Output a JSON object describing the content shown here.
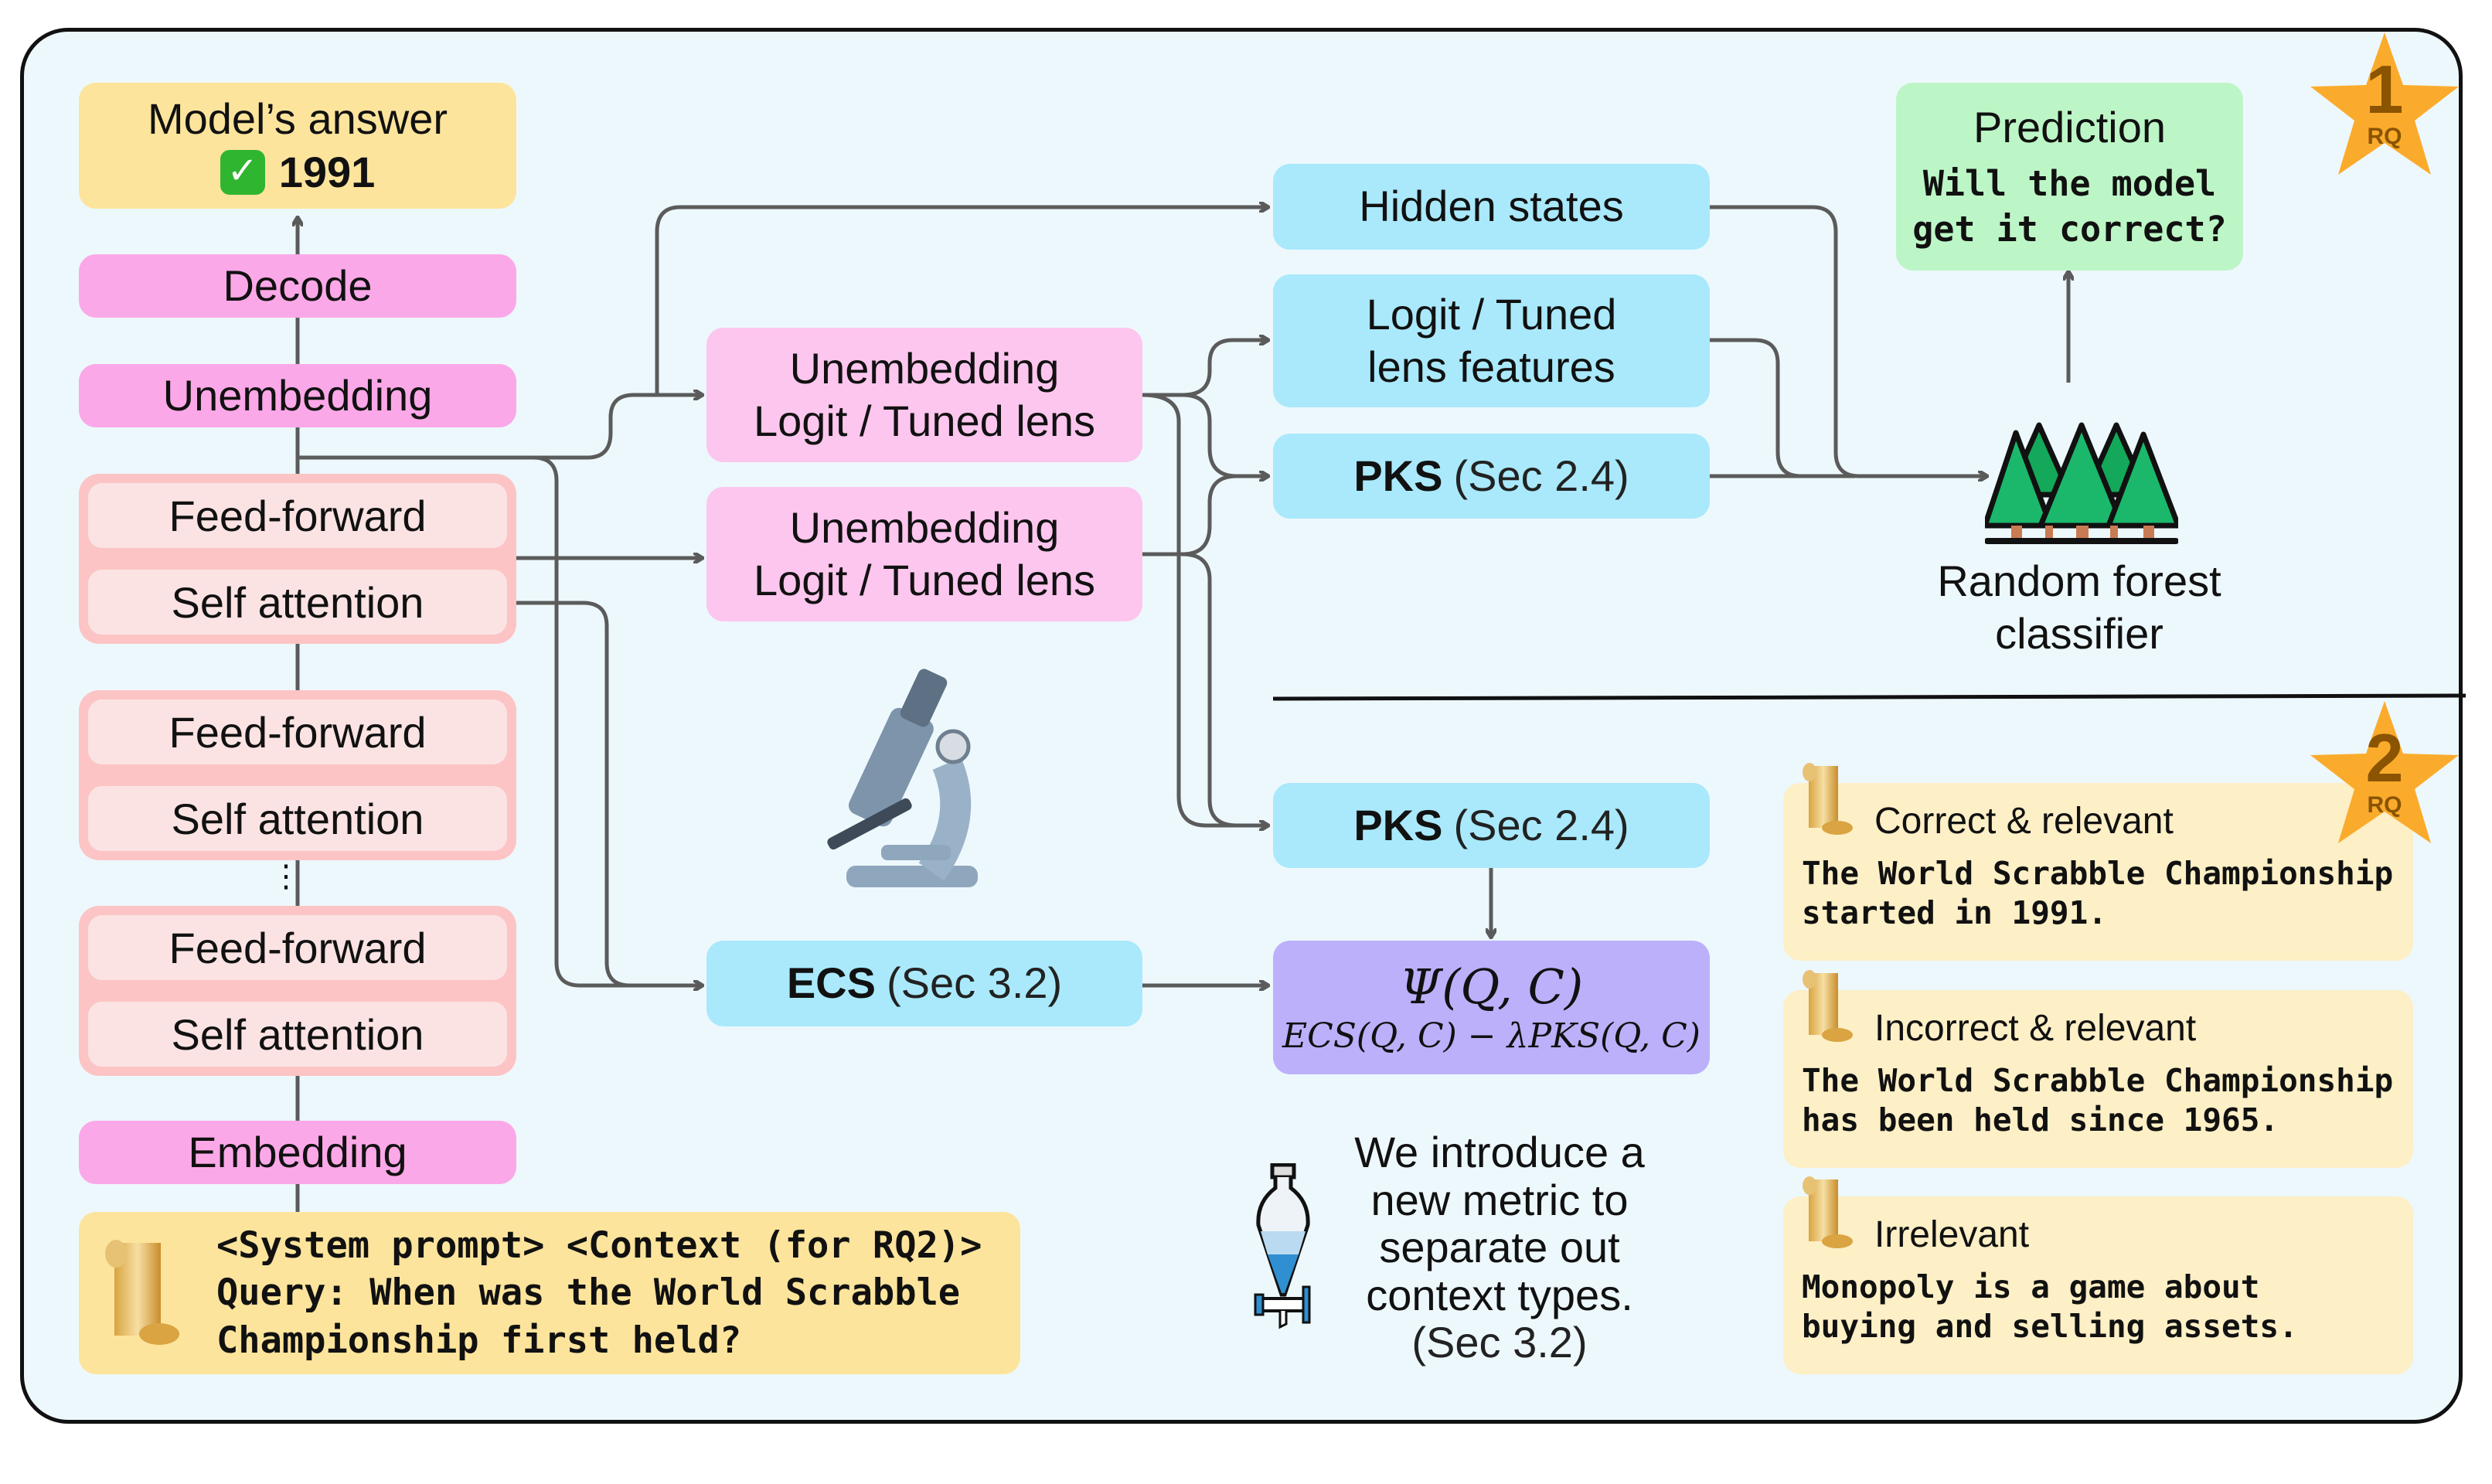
{
  "colors": {
    "frame_bg": "#edf8fd",
    "answer_bg": "#fde49c",
    "pink_block": "#fba8e8",
    "light_pink_block": "#fdc6ee",
    "layer_outer": "#fcc4c4",
    "layer_inner": "#fbe3e3",
    "cyan_block": "#a9e9fb",
    "purple_block": "#bcb0fb",
    "green_block": "#bdf6c6",
    "context_card": "#fdefc6",
    "star": "#fbab2c",
    "star_text": "#8a5400",
    "arrow": "#5b5b5b"
  },
  "model_stack": {
    "answer_title": "Model’s answer",
    "answer_icon": "check-mark-icon",
    "answer_value": "1991",
    "decode": "Decode",
    "unembedding": "Unembedding",
    "layers": [
      {
        "feed_forward": "Feed-forward",
        "self_attention": "Self attention"
      },
      {
        "feed_forward": "Feed-forward",
        "self_attention": "Self attention"
      },
      {
        "feed_forward": "Feed-forward",
        "self_attention": "Self attention"
      }
    ],
    "ellipsis": "⋮",
    "embedding": "Embedding"
  },
  "prompt": {
    "icon": "scroll-icon",
    "line1": "<System prompt> <Context (for RQ2)>",
    "line2": "Query: When was the World Scrabble",
    "line3": "Championship first held?"
  },
  "lens": [
    {
      "line1": "Unembedding",
      "line2": "Logit / Tuned lens"
    },
    {
      "line1": "Unembedding",
      "line2": "Logit / Tuned lens"
    }
  ],
  "features": {
    "hidden_states": "Hidden states",
    "logit_features_line1": "Logit / Tuned",
    "logit_features_line2": "lens features",
    "pks_bold": "PKS",
    "pks_ref": "(Sec 2.4)"
  },
  "classifier": {
    "icon": "forest-icon",
    "line1": "Random forest",
    "line2": "classifier"
  },
  "prediction": {
    "title": "Prediction",
    "line1": "Will the model",
    "line2": "get it correct?"
  },
  "rq_badges": [
    {
      "number": "1",
      "label": "RQ"
    },
    {
      "number": "2",
      "label": "RQ"
    }
  ],
  "rq2": {
    "pks_bold": "PKS",
    "pks_ref": "(Sec 2.4)",
    "ecs_bold": "ECS",
    "ecs_ref": "(Sec 3.2)",
    "psi_title": "Ψ(Q, C)",
    "psi_formula": "ECS(Q, C) − λPKS(Q, C)",
    "microscope_icon": "microscope-icon",
    "funnel_icon": "separatory-funnel-icon",
    "metric_lines": [
      "We introduce a",
      "new metric to",
      "separate out",
      "context types."
    ],
    "metric_ref": "(Sec 3.2)"
  },
  "contexts": [
    {
      "title": "Correct & relevant",
      "body": "The World Scrabble Championship\nstarted in 1991."
    },
    {
      "title": "Incorrect & relevant",
      "body": "The World Scrabble Championship\nhas been held since 1965."
    },
    {
      "title": "Irrelevant",
      "body": "Monopoly is a game about\nbuying and selling assets."
    }
  ]
}
